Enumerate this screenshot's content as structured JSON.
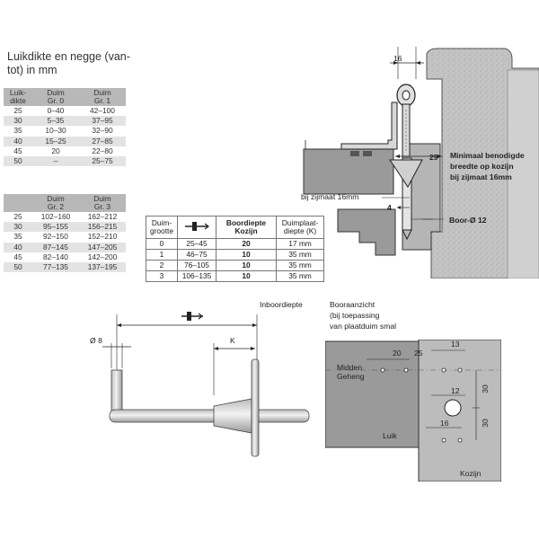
{
  "title": {
    "line1": "Luikdikte en negge (van-",
    "line2": "tot) in mm"
  },
  "table1": {
    "headers": [
      {
        "l1": "Luik-",
        "l2": "dikte"
      },
      {
        "l1": "Duim",
        "l2": "Gr. 0"
      },
      {
        "l1": "Duim",
        "l2": "Gr. 1"
      }
    ],
    "rows": [
      [
        "25",
        "0–40",
        "42–100"
      ],
      [
        "30",
        "5–35",
        "37–95"
      ],
      [
        "35",
        "10–30",
        "32–90"
      ],
      [
        "40",
        "15–25",
        "27–85"
      ],
      [
        "45",
        "20",
        "22–80"
      ],
      [
        "50",
        "–",
        "25–75"
      ]
    ]
  },
  "table2": {
    "headers": [
      {
        "l1": "",
        "l2": ""
      },
      {
        "l1": "Duim",
        "l2": "Gr. 2"
      },
      {
        "l1": "Duim",
        "l2": "Gr. 3"
      }
    ],
    "rows": [
      [
        "25",
        "102–160",
        "162–212"
      ],
      [
        "30",
        "95–155",
        "156–215"
      ],
      [
        "35",
        "92–150",
        "152–210"
      ],
      [
        "40",
        "87–145",
        "147–205"
      ],
      [
        "45",
        "82–140",
        "142–200"
      ],
      [
        "50",
        "77–135",
        "137–195"
      ]
    ]
  },
  "table3": {
    "headers": [
      {
        "l1": "Duim-",
        "l2": "grootte"
      },
      {
        "l1": "",
        "l2": ""
      },
      {
        "l1": "Boordiepte",
        "l2": "Kozijn"
      },
      {
        "l1": "Duimplaat-",
        "l2": "diepte (K)"
      }
    ],
    "rows": [
      [
        "0",
        "25–45",
        "20",
        "17 mm"
      ],
      [
        "1",
        "46–75",
        "10",
        "35 mm"
      ],
      [
        "2",
        "76–105",
        "10",
        "35 mm"
      ],
      [
        "3",
        "106–135",
        "10",
        "35 mm"
      ]
    ]
  },
  "labels": {
    "dim_16_top": "16",
    "dim_29": "29",
    "min_line1": "Minimaal benodigde",
    "min_line2": "breedte op kozijn",
    "min_line3": "bij zijmaat 16mm",
    "zijmaat": "bij zijmaat 16mm",
    "dim_4": "4",
    "boor": "Boor-Ø 12",
    "inboordiepte": "Inboordiepte",
    "d8": "Ø 8",
    "k": "K",
    "booraanzicht1": "Booraanzicht",
    "booraanzicht2": "(bij toepassing",
    "booraanzicht3": "van plaatduim smal",
    "midden1": "Midden",
    "midden2": "Geheng",
    "dim_20": "20",
    "dim_25": "25",
    "dim_13": "13",
    "dim_12": "12",
    "dim_30a": "30",
    "dim_30b": "30",
    "dim_16_low": "16",
    "luik": "Luik",
    "kozijn": "Kozijn"
  },
  "colors": {
    "metal_light": "#d8d8d8",
    "metal_dark": "#8c8c8c",
    "concrete": "#bdbdbd",
    "grey_block": "#9a9a9a",
    "table_header": "#b8b8b8",
    "table_stripe": "#e3e3e3"
  }
}
